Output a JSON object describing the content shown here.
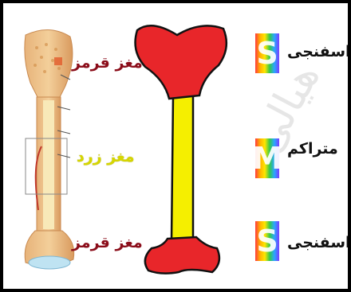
{
  "photo_labels": {
    "top": "مغز قرمز",
    "middle": "مغز زرد",
    "bottom": "مغز قرمز"
  },
  "side_labels": {
    "top": "اسفنجی",
    "middle": "متراکم",
    "bottom": "اسفنجی"
  },
  "side_icons": {
    "top": "S",
    "middle": "M",
    "bottom": "S"
  },
  "watermark": "هیالی",
  "colors": {
    "bone_end": "#e8262a",
    "bone_shaft": "#f5ef00",
    "red_label": "#8b0d1a",
    "yellow_label": "#d6d600"
  }
}
